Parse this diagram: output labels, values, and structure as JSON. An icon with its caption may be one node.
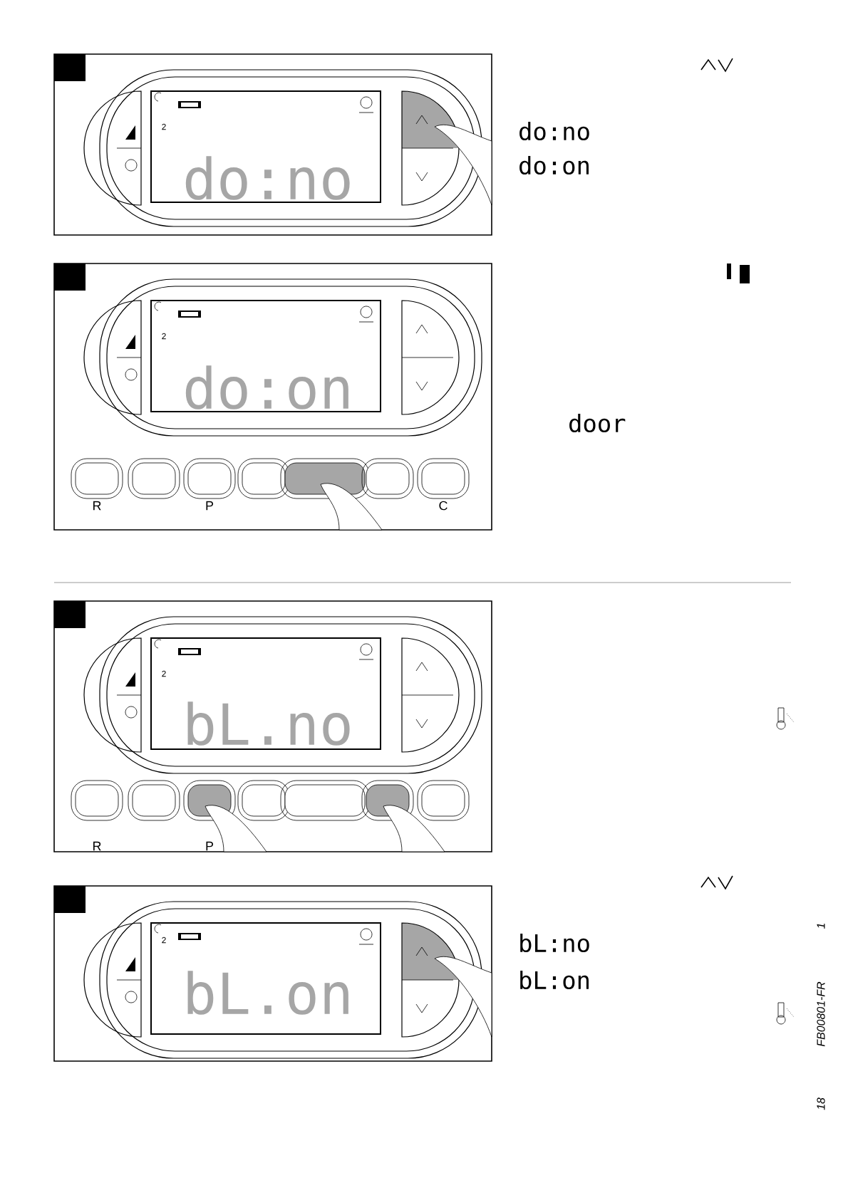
{
  "diagram": {
    "labels": [
      "2",
      "do:no",
      "do:no",
      "do:on",
      "2",
      "do:on",
      "R",
      "P",
      "C",
      "door",
      "2",
      "bL.no",
      "R",
      "P",
      "2",
      "bL.on",
      "bL:no",
      "bL:on",
      "1",
      "FB00801-FR",
      "18"
    ]
  }
}
